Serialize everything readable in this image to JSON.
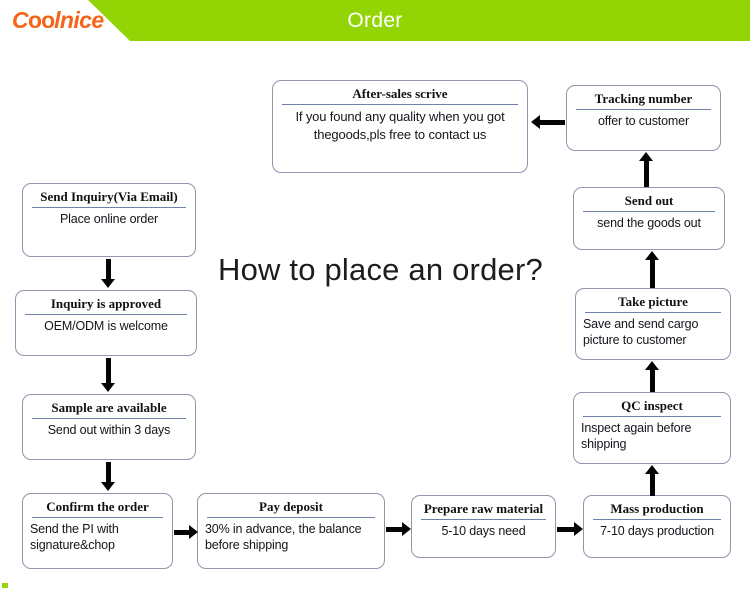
{
  "header": {
    "logo_text": "Coolnice",
    "logo_color": "#f4641a",
    "title": "Order",
    "bar_color": "#93d404",
    "title_color": "#ffffff"
  },
  "center_title": "How to place an order?",
  "style": {
    "box_border_color": "#9195ad",
    "divider_color": "#6d83a8",
    "arrow_color": "#050505",
    "accent_green": "#93d404"
  },
  "boxes": [
    {
      "id": "send-inquiry",
      "title": "Send Inquiry(Via Email)",
      "body": "Place online order",
      "align": "center"
    },
    {
      "id": "inquiry-approved",
      "title": "Inquiry is approved",
      "body": "OEM/ODM is welcome",
      "align": "center"
    },
    {
      "id": "sample-available",
      "title": "Sample are available",
      "body": "Send out within 3 days",
      "align": "center"
    },
    {
      "id": "confirm-order",
      "title": "Confirm the order",
      "body": "Send the PI with\nsignature&chop",
      "align": "left"
    },
    {
      "id": "pay-deposit",
      "title": "Pay deposit",
      "body": "30% in advance, the balance\nbefore shipping",
      "align": "left"
    },
    {
      "id": "prepare-raw-material",
      "title": "Prepare raw material",
      "body": "5-10 days need",
      "align": "center"
    },
    {
      "id": "mass-production",
      "title": "Mass production",
      "body": "7-10 days production",
      "align": "center"
    },
    {
      "id": "qc-inspect",
      "title": "QC inspect",
      "body": "Inspect again before\nshipping",
      "align": "left"
    },
    {
      "id": "take-picture",
      "title": "Take picture",
      "body": "Save and send  cargo\npicture to customer",
      "align": "left"
    },
    {
      "id": "send-out",
      "title": "Send out",
      "body": "send the goods out",
      "align": "center"
    },
    {
      "id": "tracking-number",
      "title": "Tracking number",
      "body": "offer to customer",
      "align": "center"
    },
    {
      "id": "after-sales-service",
      "title": "After-sales scrive",
      "body": "If you found any quality when you got\nthegoods,pls free to contact us",
      "align": "center"
    }
  ],
  "arrows": [
    {
      "id": "arrow-send-inquiry-to-inquiry-approved",
      "direction": "down"
    },
    {
      "id": "arrow-inquiry-approved-to-sample-available",
      "direction": "down"
    },
    {
      "id": "arrow-sample-available-to-confirm-order",
      "direction": "down"
    },
    {
      "id": "arrow-confirm-order-to-pay-deposit",
      "direction": "right"
    },
    {
      "id": "arrow-pay-deposit-to-prepare-raw-material",
      "direction": "right"
    },
    {
      "id": "arrow-prepare-raw-material-to-mass-production",
      "direction": "right"
    },
    {
      "id": "arrow-mass-production-to-qc-inspect",
      "direction": "up"
    },
    {
      "id": "arrow-qc-inspect-to-take-picture",
      "direction": "up"
    },
    {
      "id": "arrow-take-picture-to-send-out",
      "direction": "up"
    },
    {
      "id": "arrow-send-out-to-tracking-number",
      "direction": "up"
    },
    {
      "id": "arrow-tracking-number-to-after-sales-service",
      "direction": "left"
    }
  ]
}
